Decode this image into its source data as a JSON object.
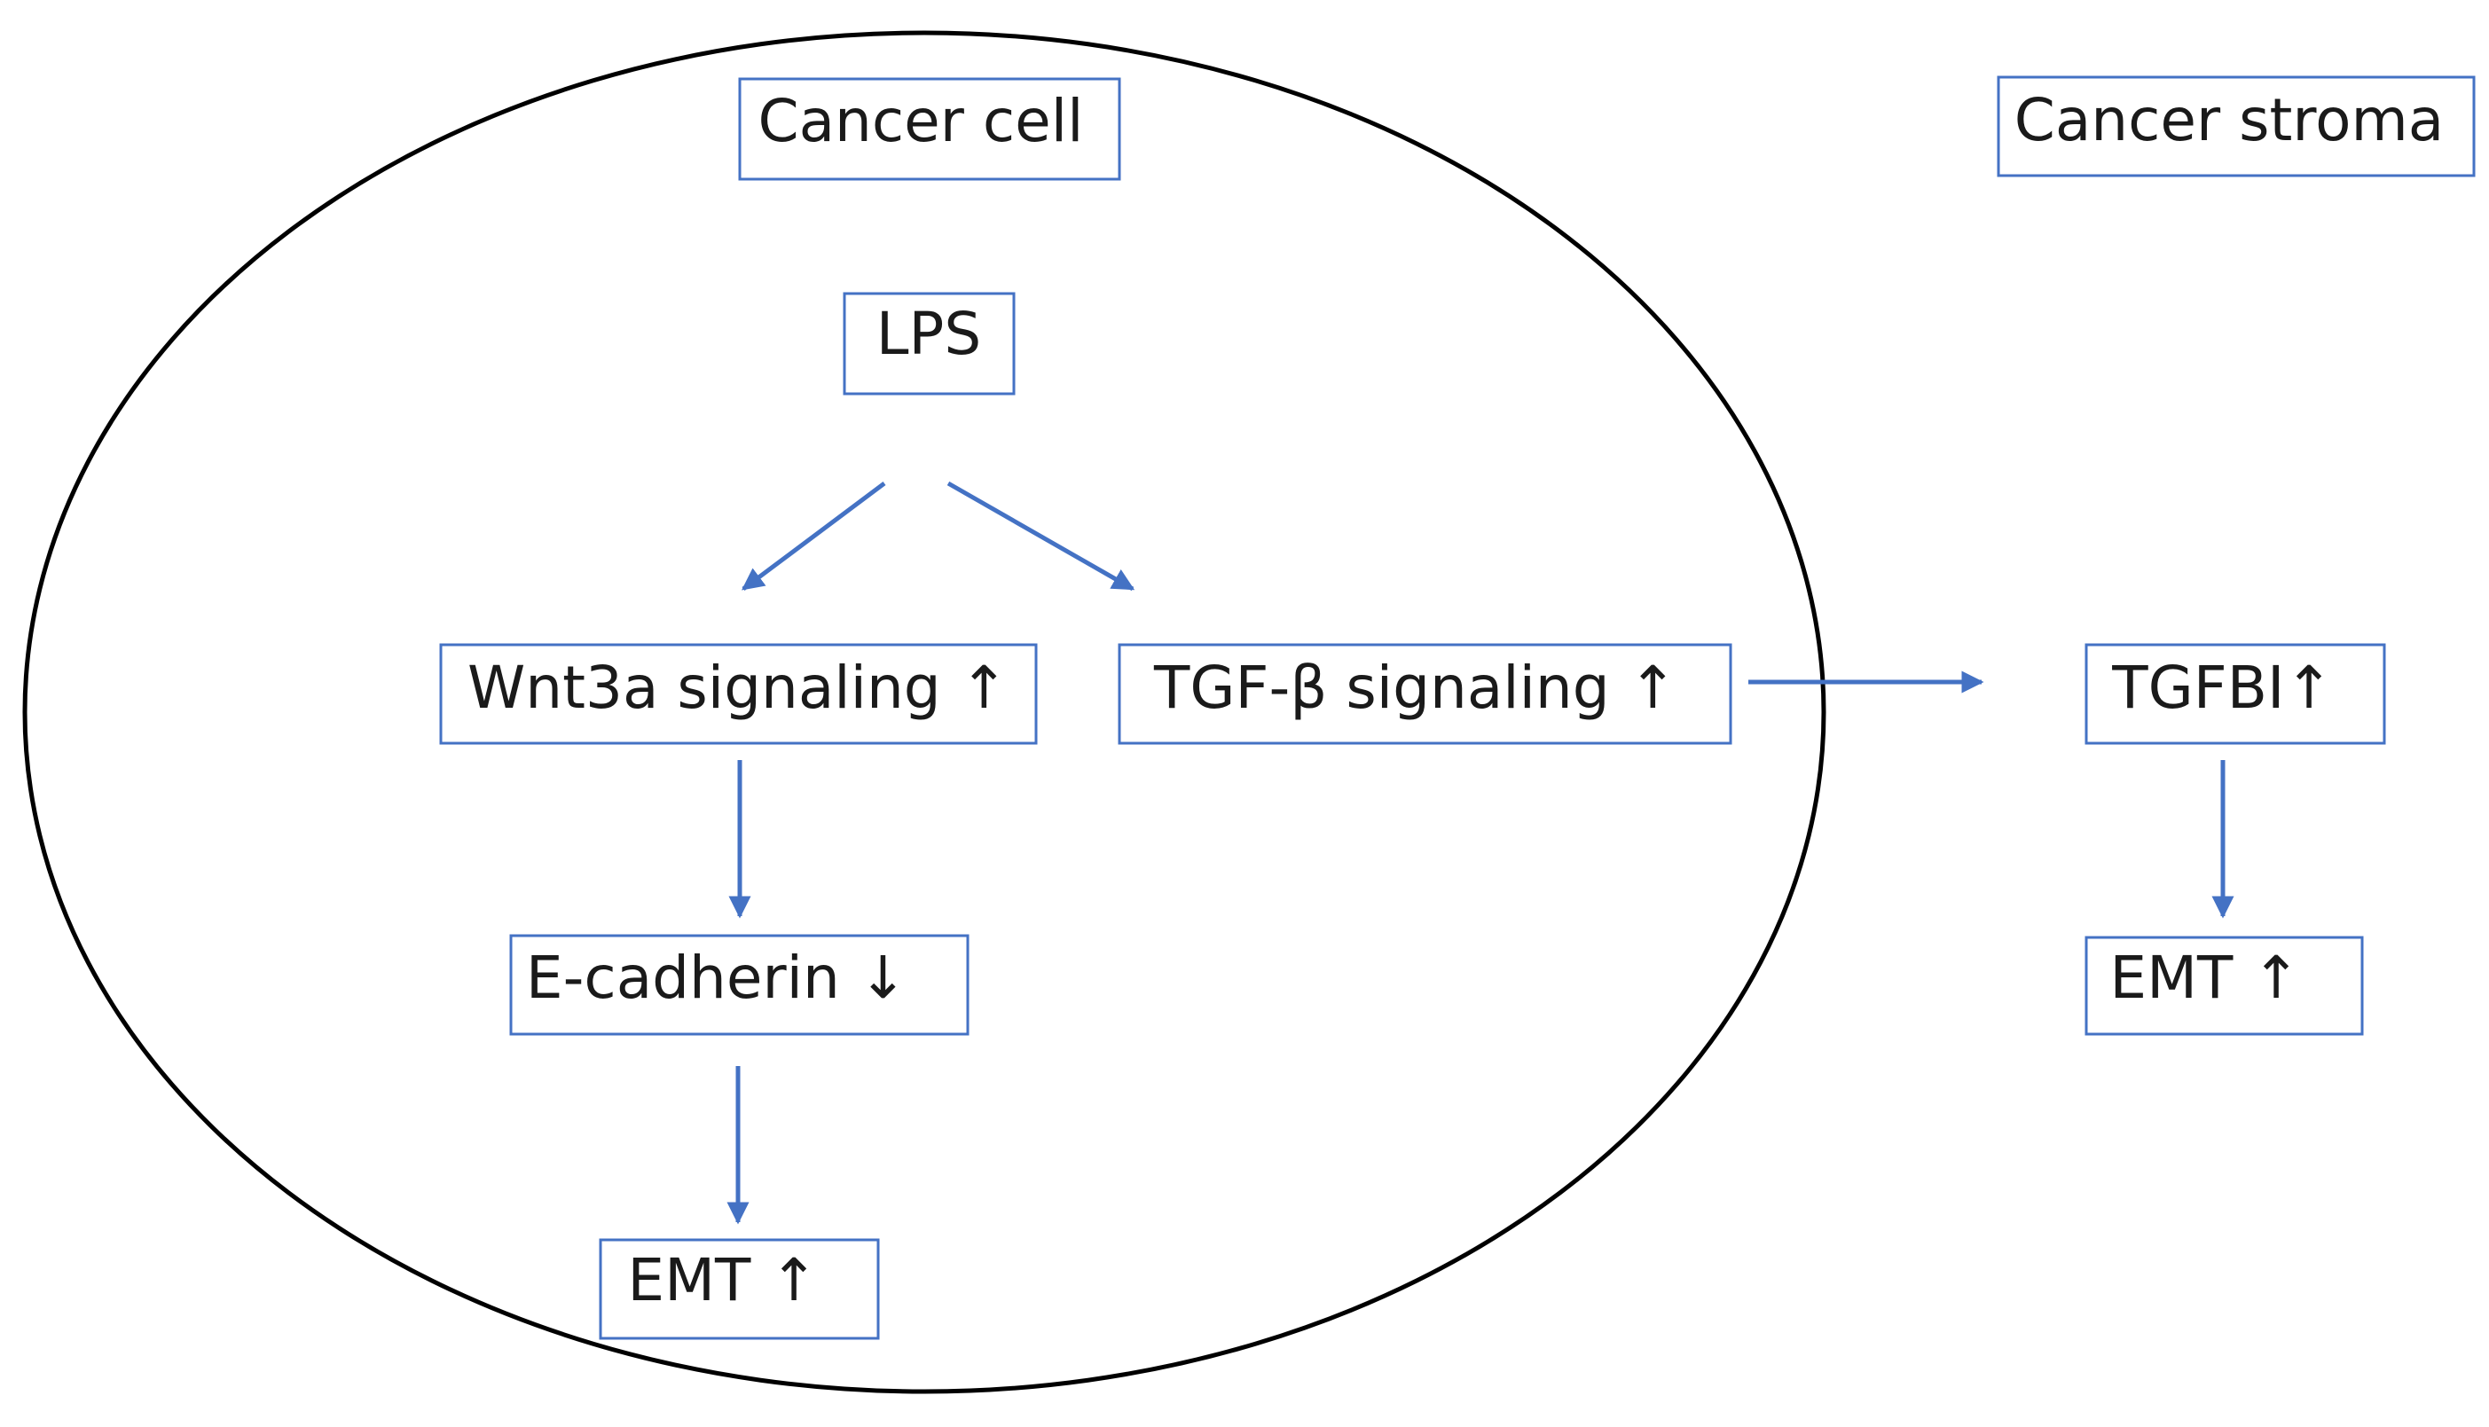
{
  "colors": {
    "box_border": "#4472C4",
    "arrow": "#4472C4",
    "membrane": "#000000",
    "text": "#1a1a1a"
  },
  "regions": {
    "cancer_cell": "Cancer cell",
    "cancer_stroma": "Cancer stroma"
  },
  "nodes": {
    "lps": "LPS",
    "wnt3a": "Wnt3a signaling ↑",
    "tgfb": "TGF-β signaling ↑",
    "ecadherin": "E-cadherin ↓",
    "emt_cell": "EMT ↑",
    "tgfbi": "TGFBI↑",
    "emt_stroma": "EMT ↑"
  }
}
